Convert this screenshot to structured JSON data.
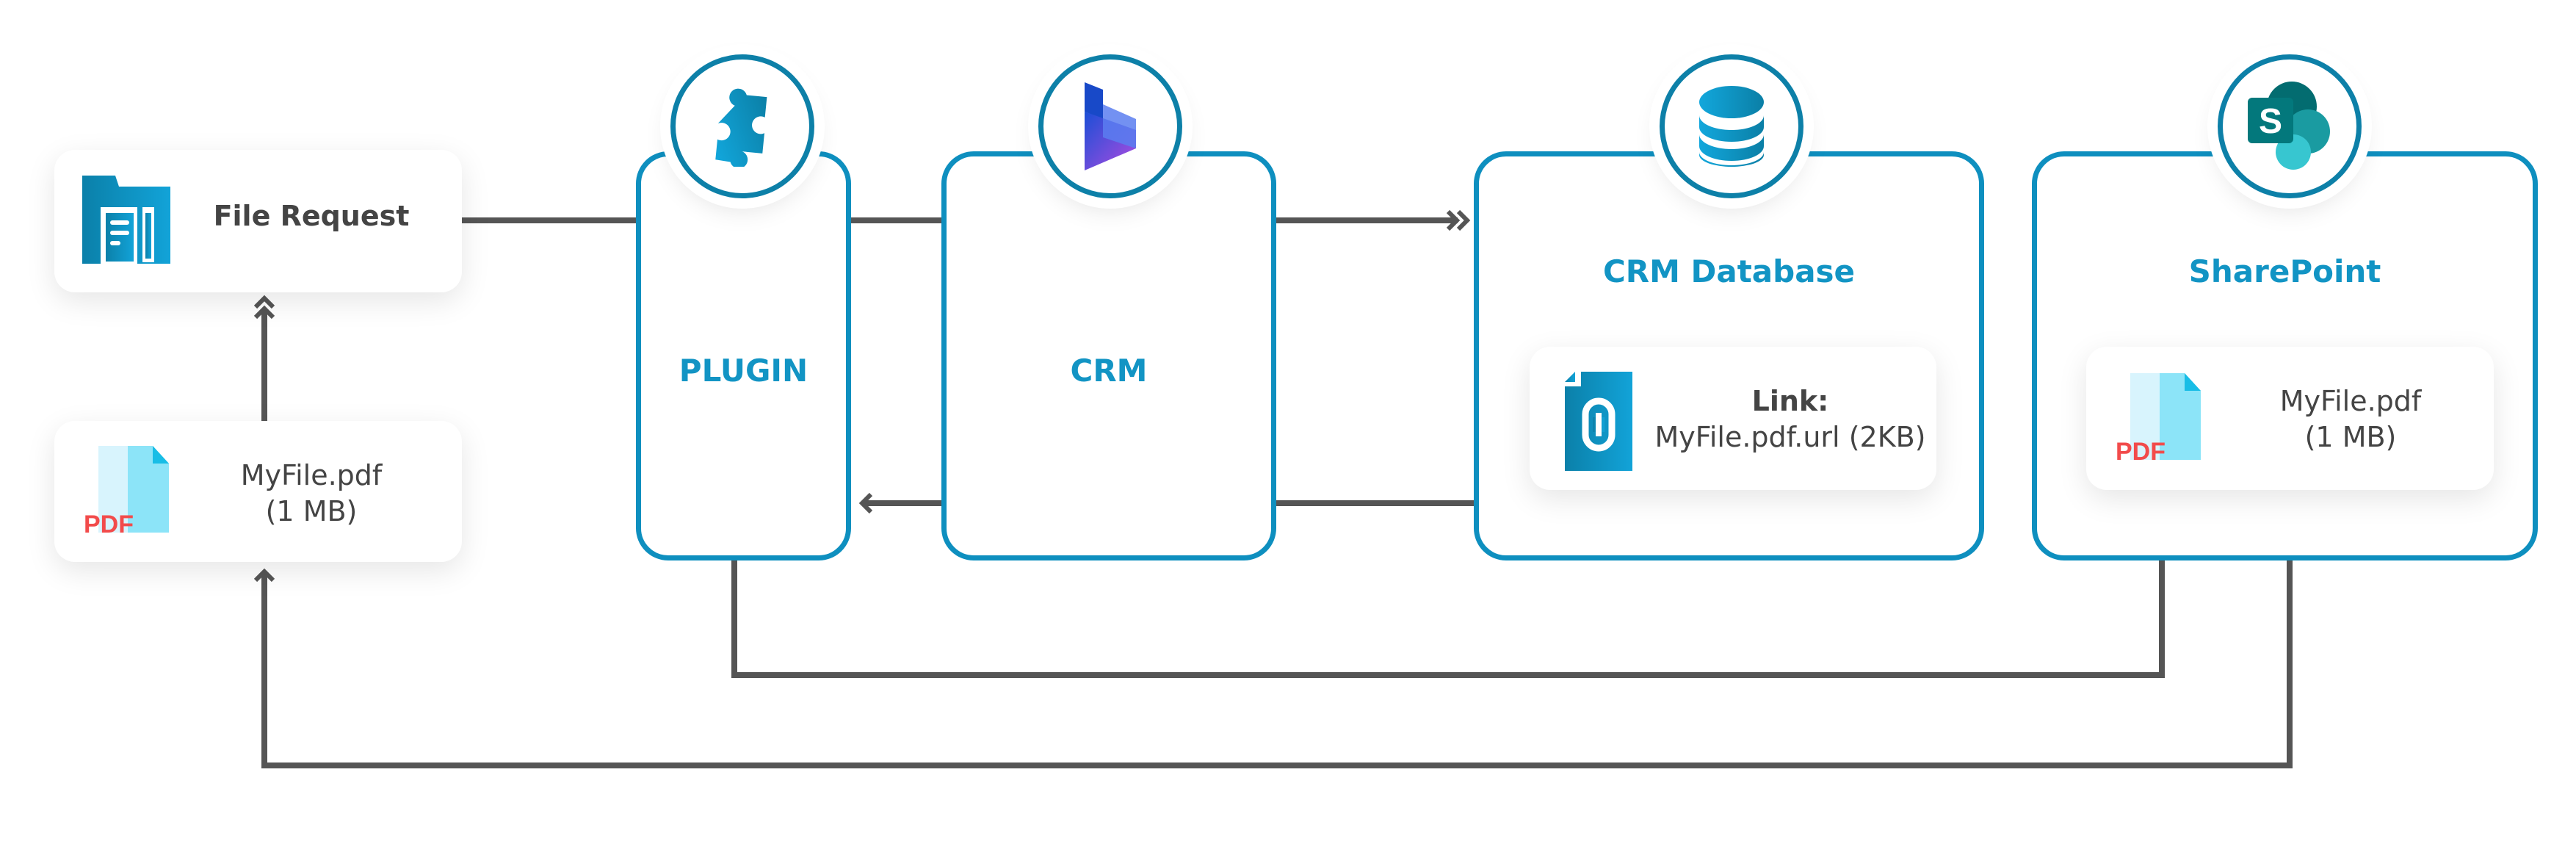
{
  "colors": {
    "accent": "#0e8fbf",
    "line": "#555555",
    "pdf_red": "#f24b4b"
  },
  "file_request": {
    "label": "File Request",
    "icon": "file-request-icon"
  },
  "local_file": {
    "name": "MyFile.pdf",
    "size": "(1 MB)",
    "icon": "pdf-file-icon",
    "badge": "PDF"
  },
  "plugin": {
    "label": "PLUGIN",
    "icon": "puzzle-icon"
  },
  "crm": {
    "label": "CRM",
    "icon": "dynamics-icon"
  },
  "crm_database": {
    "label": "CRM Database",
    "icon": "database-icon",
    "link_card": {
      "title": "Link:",
      "file": "MyFile.pdf.url (2KB)",
      "icon": "link-file-icon"
    }
  },
  "sharepoint": {
    "label": "SharePoint",
    "icon": "sharepoint-icon",
    "file": {
      "name": "MyFile.pdf",
      "size": "(1 MB)",
      "badge": "PDF"
    }
  }
}
